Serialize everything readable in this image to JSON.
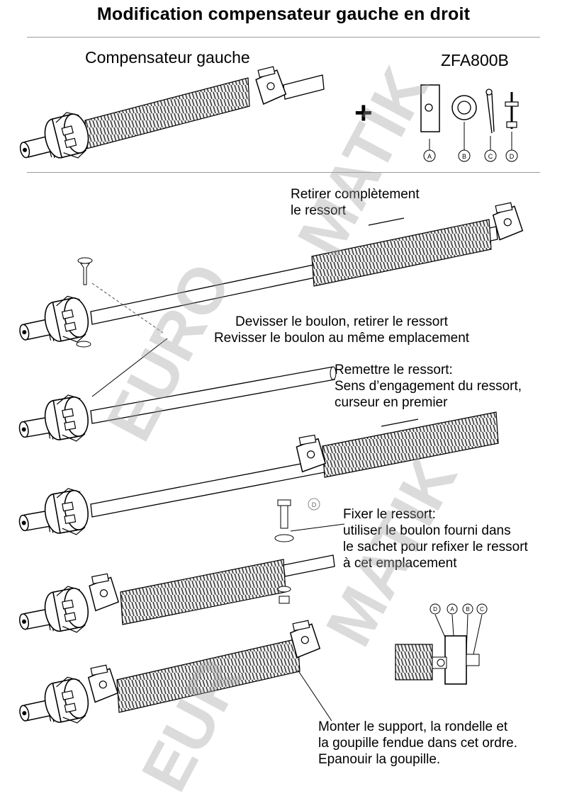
{
  "title": "Modification compensateur gauche en droit",
  "header": {
    "left_label": "Compensateur gauche",
    "right_label": "ZFA800B",
    "plus": "+",
    "parts": [
      "A",
      "B",
      "C",
      "D"
    ]
  },
  "steps": [
    {
      "lines": [
        "Retirer complètement",
        "le ressort"
      ]
    },
    {
      "lines": [
        "Devisser le boulon, retirer le ressort",
        "Revisser le boulon au même emplacement"
      ]
    },
    {
      "lines": [
        "Remettre le ressort:",
        "Sens d’engagement du ressort,",
        "curseur en premier"
      ]
    },
    {
      "lines": [
        "Fixer le ressort:",
        "utiliser le boulon fourni dans",
        "le sachet pour refixer le ressort",
        "à cet emplacement"
      ]
    },
    {
      "lines": [
        "Monter le support, la rondelle et",
        "la goupille fendue dans cet ordre.",
        "Epanouir la goupille."
      ]
    }
  ],
  "detail_labels": [
    "D",
    "A",
    "B",
    "C"
  ],
  "callout_label": "D",
  "watermark": {
    "text_top": "EURO",
    "text_bottom": "MATIK",
    "text_left": "EUR",
    "text_right": "MATIK",
    "color": "#a0a0a0"
  }
}
